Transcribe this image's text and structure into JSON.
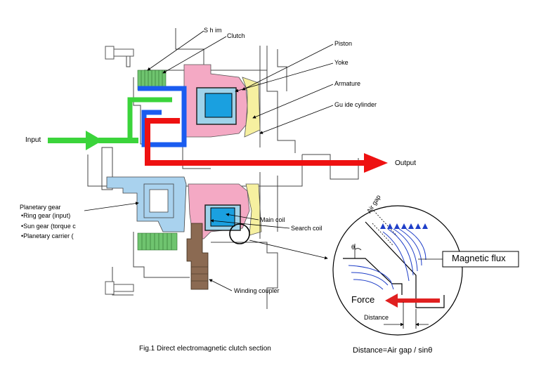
{
  "labels": {
    "shim": "S h im",
    "clutch": "Clutch",
    "piston": "Piston",
    "yoke": "Yoke",
    "armature": "Armature",
    "guide_cylinder": "Gu ide  cylinder",
    "input": "Input",
    "output": "Output",
    "planetary_gear": "Planetary gear",
    "ring_gear": "•Ring gear (input)",
    "sun_gear": "•Sun gear (torque c",
    "planetary_carrier": "•Planetary carrier (",
    "main_coil": "Main coil",
    "search_coil": "Search coil",
    "winding_coupler": "Winding coupler",
    "caption": "Fig.1 Direct electromagnetic clutch section"
  },
  "detail": {
    "air_gap": "Air gap",
    "theta": "θ",
    "magnetic_flux": "Magnetic flux",
    "force": "Force",
    "distance": "Distance",
    "formula": "Distance=Air gap / sinθ"
  },
  "colors": {
    "input_flow": "#3bd43b",
    "output_flow": "#ee1111",
    "clutch_path": "#1a5cf0",
    "planetary": "#a9d2ee",
    "piston": "#f4a9c4",
    "armature": "#f6f0a0",
    "coil": "#1aa0e0",
    "coupler": "#8b6a52",
    "clutch_plates": "#6fc46f",
    "flux": "#1e3ec8"
  }
}
